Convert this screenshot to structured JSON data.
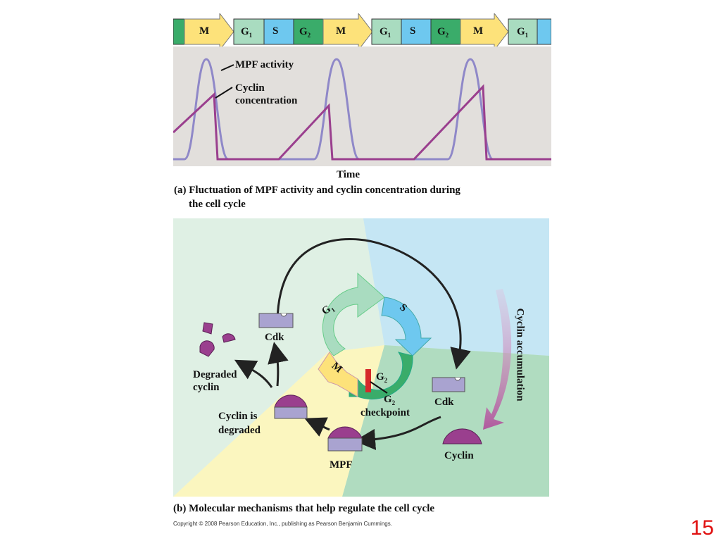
{
  "part_a": {
    "phases": [
      {
        "name": "M",
        "sub": ""
      },
      {
        "name": "G",
        "sub": "1"
      },
      {
        "name": "S",
        "sub": ""
      },
      {
        "name": "G",
        "sub": "2"
      },
      {
        "name": "M",
        "sub": ""
      },
      {
        "name": "G",
        "sub": "1"
      },
      {
        "name": "S",
        "sub": ""
      },
      {
        "name": "G",
        "sub": "2"
      },
      {
        "name": "M",
        "sub": ""
      },
      {
        "name": "G",
        "sub": "1"
      }
    ],
    "mpf_activity_label": "MPF activity",
    "cyclin_label_line1": "Cyclin",
    "cyclin_label_line2": "concentration",
    "time_label": "Time",
    "caption_line1": "(a) Fluctuation of MPF activity and cyclin concentration during",
    "caption_line2": "the cell cycle",
    "colors": {
      "mpf": "#8f88c8",
      "cyclin": "#9a3f8e",
      "M": "#fde27a",
      "G1": "#a9dcc0",
      "S": "#6ec8ef",
      "G2": "#3aac6a"
    }
  },
  "part_b": {
    "cycle_G1": "G",
    "cycle_G1_sub": "1",
    "cycle_S": "S",
    "cycle_G2": "G",
    "cycle_G2_sub": "2",
    "cycle_M": "M",
    "cdk_left": "Cdk",
    "cdk_right": "Cdk",
    "degraded_cyclin_line1": "Degraded",
    "degraded_cyclin_line2": "cyclin",
    "g2_checkpoint_line1": "G",
    "g2_checkpoint_sub": "2",
    "g2_checkpoint_line2": "checkpoint",
    "cyclin_is_degraded_line1": "Cyclin is",
    "cyclin_is_degraded_line2": "degraded",
    "mpf": "MPF",
    "cyclin": "Cyclin",
    "cyclin_accumulation": "Cyclin accumulation",
    "caption": "(b) Molecular mechanisms that help regulate the cell cycle"
  },
  "copyright": "Copyright © 2008 Pearson Education, Inc., publishing as Pearson Benjamin Cummings.",
  "page_number": "15"
}
